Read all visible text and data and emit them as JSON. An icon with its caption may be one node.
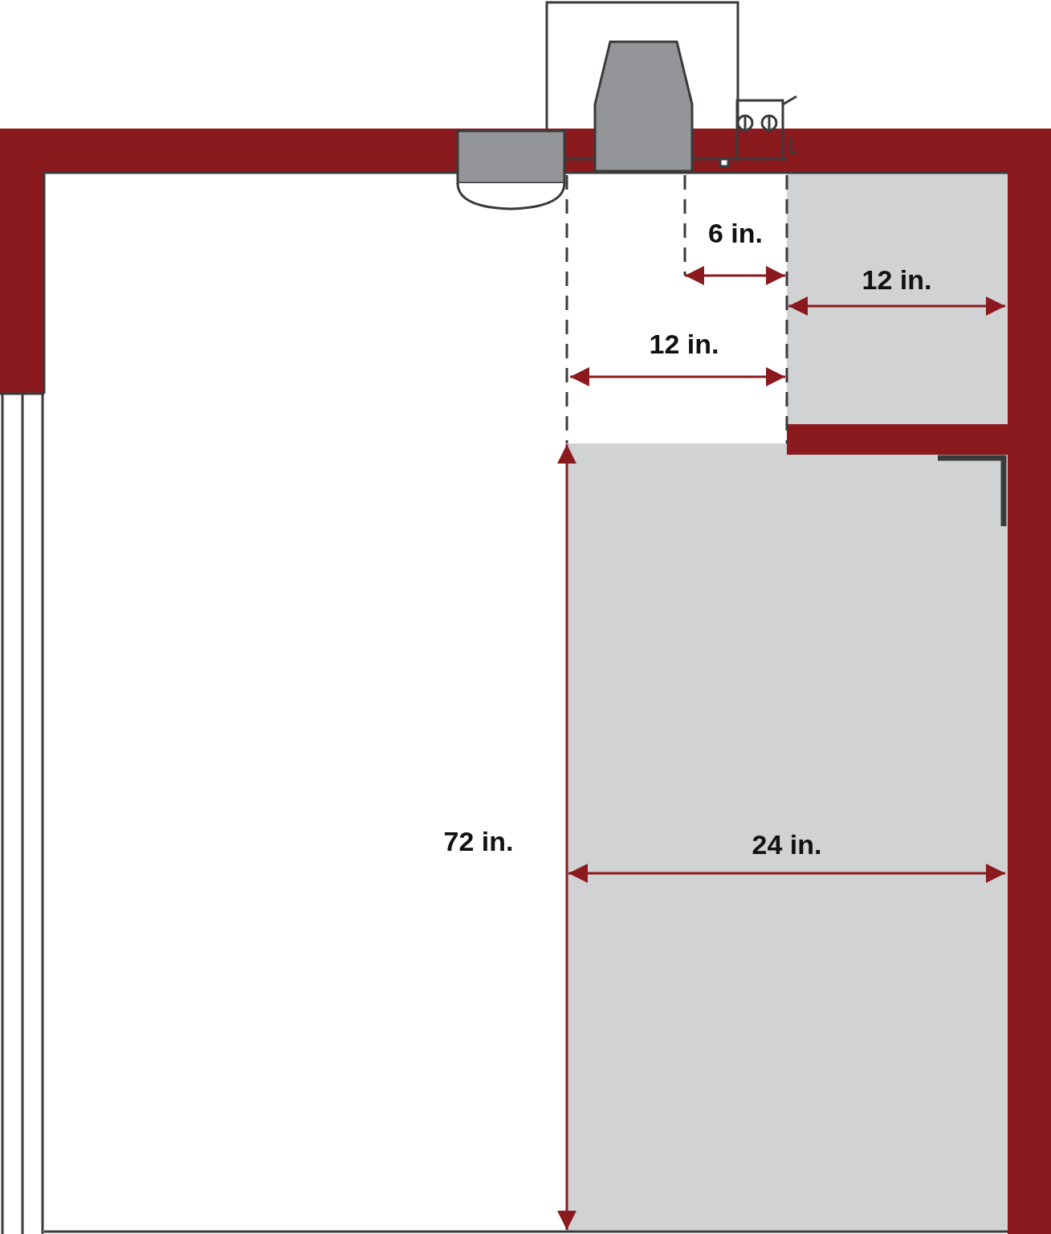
{
  "diagram": {
    "labels": [
      "6 in.",
      "12 in.",
      "12 in.",
      "72 in.",
      "24 in."
    ]
  }
}
